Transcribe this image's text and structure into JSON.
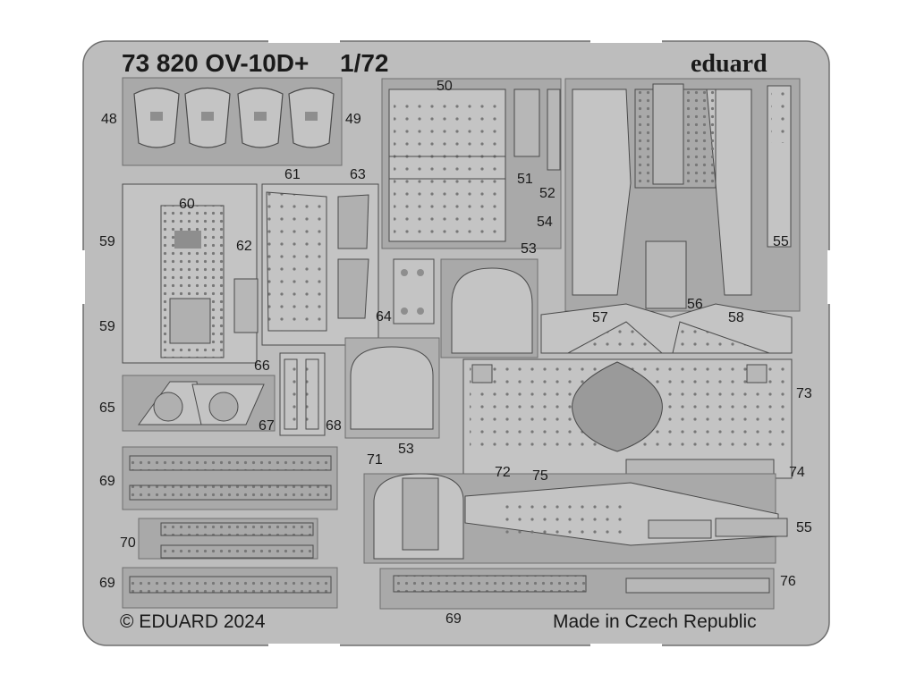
{
  "sheet": {
    "code": "73 820 OV-10D+",
    "scale": "1/72",
    "brand": "eduard",
    "copyright": "© EDUARD 2024",
    "origin": "Made in Czech Republic",
    "fret_color": "#bdbdbd",
    "part_color": "#c4c4c4",
    "cut_color": "#6e6e6e",
    "hole_color": "#a2a2a2",
    "outline_color": "#4a4a4a"
  },
  "part_numbers": {
    "p48": "48",
    "p49": "49",
    "p50": "50",
    "p51": "51",
    "p52": "52",
    "p53a": "53",
    "p53b": "53",
    "p54": "54",
    "p55a": "55",
    "p55b": "55",
    "p56": "56",
    "p57": "57",
    "p58": "58",
    "p59a": "59",
    "p59b": "59",
    "p60": "60",
    "p61": "61",
    "p62": "62",
    "p63": "63",
    "p64": "64",
    "p65": "65",
    "p66": "66",
    "p67": "67",
    "p68": "68",
    "p69a": "69",
    "p69b": "69",
    "p69c": "69",
    "p70": "70",
    "p71": "71",
    "p72": "72",
    "p73": "73",
    "p74": "74",
    "p75": "75",
    "p76": "76"
  }
}
